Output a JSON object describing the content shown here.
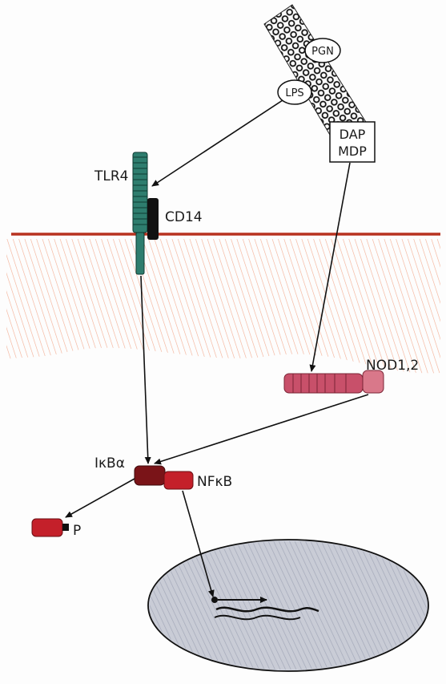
{
  "labels": {
    "pgn": "PGN",
    "lps": "LPS",
    "dap": "DAP",
    "mdp": "MDP",
    "tlr4": "TLR4",
    "cd14": "CD14",
    "nod": "NOD1,2",
    "ikba": "IκBα",
    "nfkb": "NFκB",
    "p": "P"
  },
  "colors": {
    "membrane": "#b8321f",
    "cytoplasm": "#f08a6a",
    "tlr4": "#2e7d6e",
    "cd14": "#111111",
    "nod": "#c8506a",
    "ikba": "#7a1418",
    "nfkb": "#c4202a",
    "nucleus": "#c9ccd6"
  }
}
